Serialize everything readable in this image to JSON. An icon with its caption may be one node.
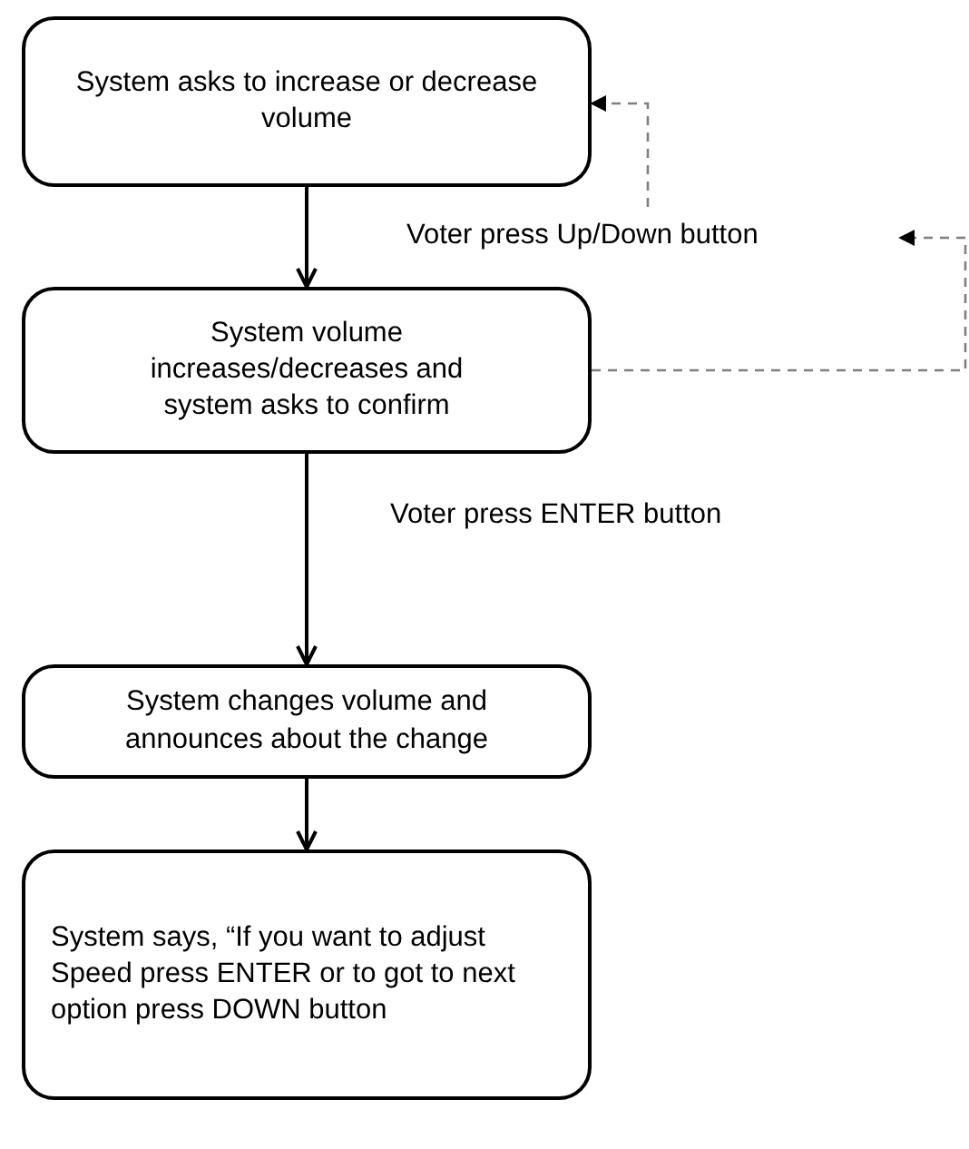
{
  "diagram": {
    "nodes": [
      {
        "text": [
          "System asks to increase or decrease volume"
        ]
      },
      {
        "text": [
          "Voter press Up/Down button"
        ]
      },
      {
        "text": [
          "System volume increases/decreases and system asks to confirm"
        ]
      },
      {
        "text": [
          "System changes volume and announces about the change"
        ]
      },
      {
        "text": [
          "System says, “If you want to adjust Speed press ENTER or to got to next option press DOWN button"
        ]
      }
    ],
    "edges": [
      {
        "from": 0,
        "to": 2,
        "arrow": "to"
      },
      {
        "from": 2,
        "to": 1,
        "arrow": "to",
        "style": "dashed",
        "color": "#7f7f7f"
      },
      {
        "from": 1,
        "to": 0,
        "arrow": "to",
        "style": "dashed",
        "color": "#7f7f7f"
      },
      {
        "from": 2,
        "to": 3,
        "arrow": "to",
        "label": "Voter press ENTER button"
      },
      {
        "from": 3,
        "to": 4,
        "arrow": "to"
      }
    ]
  }
}
